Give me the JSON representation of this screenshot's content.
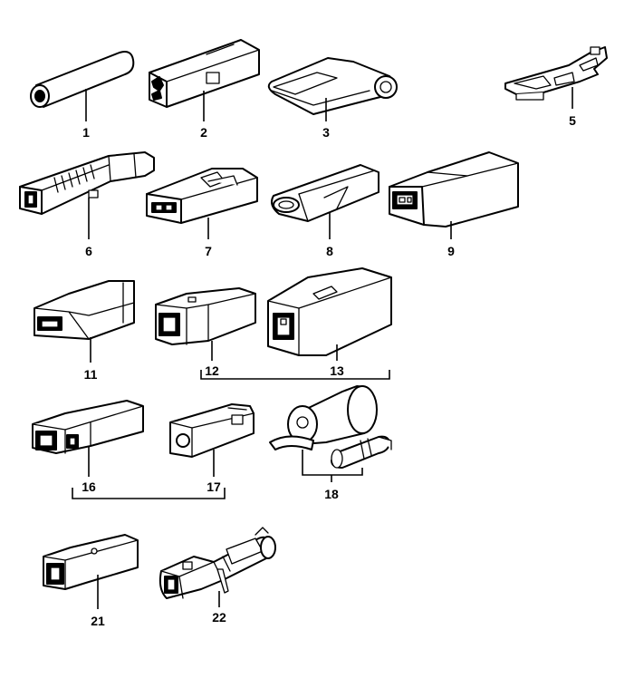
{
  "diagram": {
    "labels": {
      "p1": "1",
      "p2": "2",
      "p3": "3",
      "p5": "5",
      "p6": "6",
      "p7": "7",
      "p8": "8",
      "p9": "9",
      "p11": "11",
      "p12": "12",
      "p13": "13",
      "p16": "16",
      "p17": "17",
      "p18": "18",
      "p21": "21",
      "p22": "22"
    }
  }
}
